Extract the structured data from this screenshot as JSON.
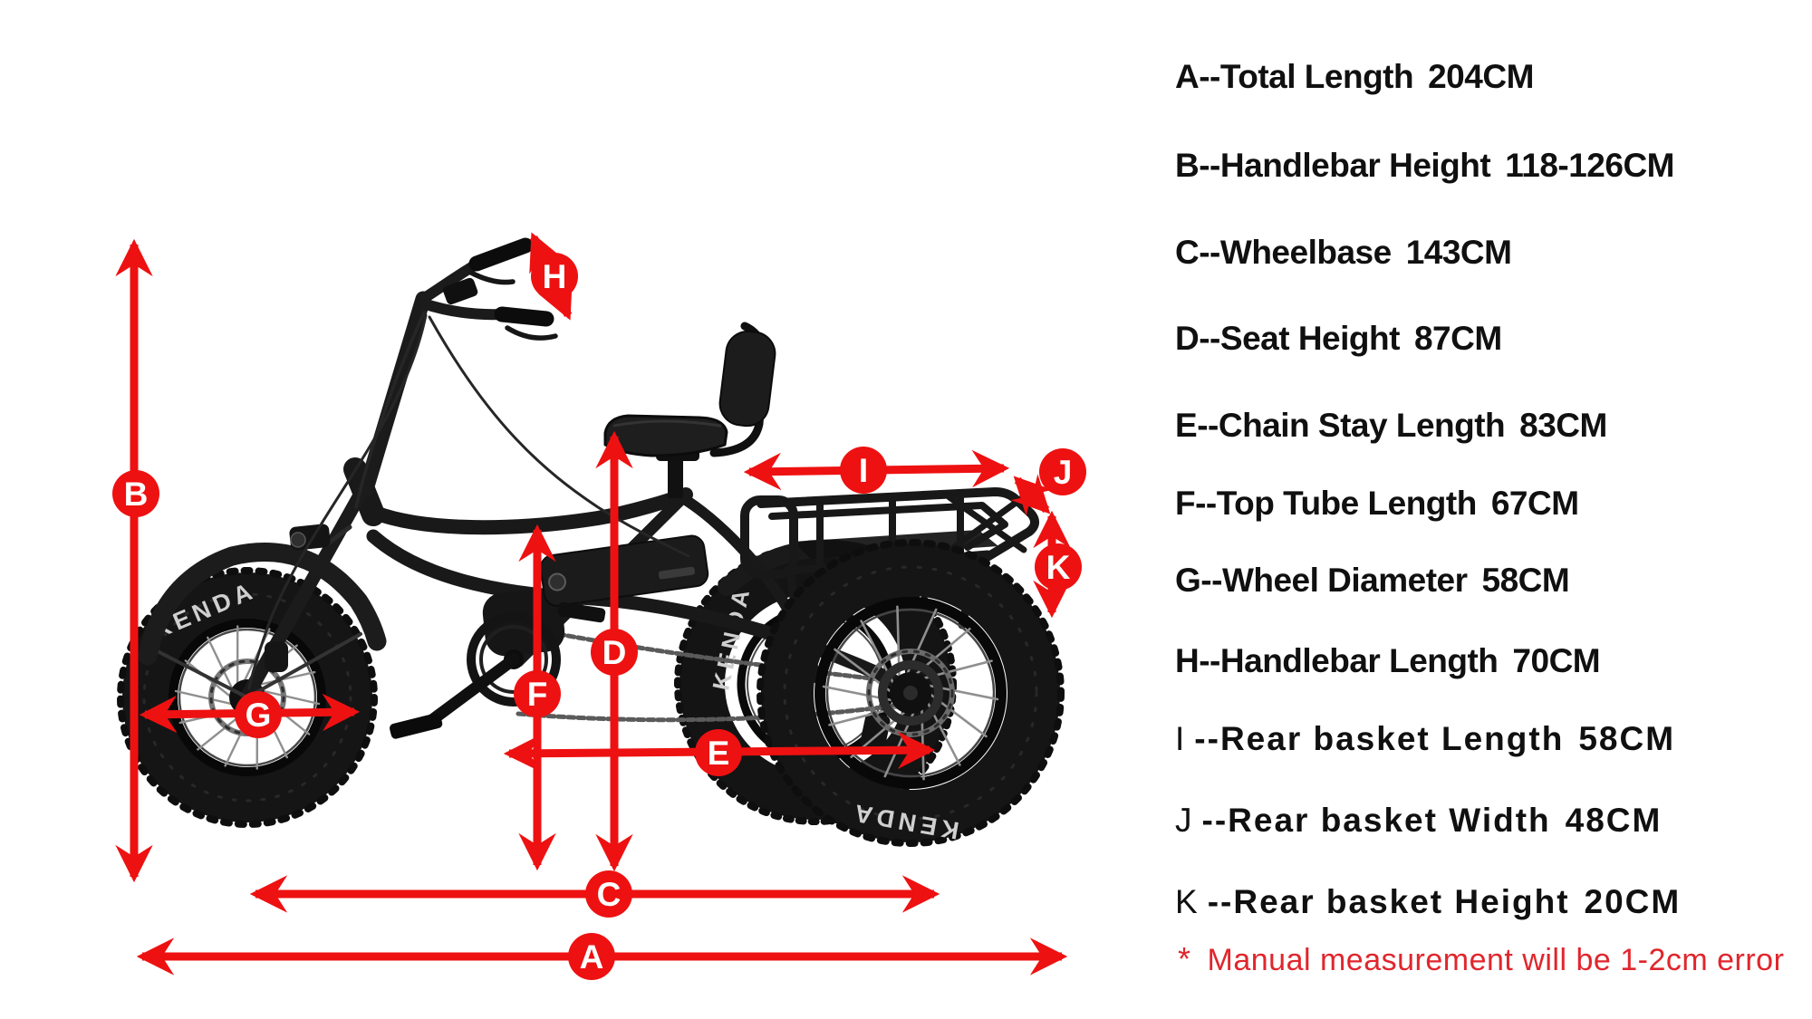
{
  "legend": {
    "separator": "--",
    "items": [
      {
        "letter": "A",
        "label": "Total Length",
        "value": "204CM"
      },
      {
        "letter": "B",
        "label": "Handlebar Height",
        "value": "118-126CM"
      },
      {
        "letter": "C",
        "label": "Wheelbase",
        "value": "143CM"
      },
      {
        "letter": "D",
        "label": "Seat Height",
        "value": "87CM"
      },
      {
        "letter": "E",
        "label": "Chain Stay Length",
        "value": "83CM"
      },
      {
        "letter": "F",
        "label": "Top Tube Length",
        "value": "67CM"
      },
      {
        "letter": "G",
        "label": "Wheel Diameter",
        "value": "58CM"
      },
      {
        "letter": "H",
        "label": "Handlebar Length",
        "value": "70CM"
      },
      {
        "letter": "I",
        "label": "Rear basket Length",
        "value": "58CM"
      },
      {
        "letter": "J",
        "label": "Rear basket Width",
        "value": "48CM"
      },
      {
        "letter": "K",
        "label": "Rear basket Height",
        "value": "20CM"
      }
    ],
    "note": {
      "star": "*",
      "text": "Manual measurement will be 1-2cm error"
    }
  },
  "diagram": {
    "tire_brand": "KENDA"
  },
  "colors": {
    "annotation_red": "#ee1111",
    "note_red": "#e0262d",
    "text_black": "#101010",
    "bike_dark": "#171717"
  }
}
